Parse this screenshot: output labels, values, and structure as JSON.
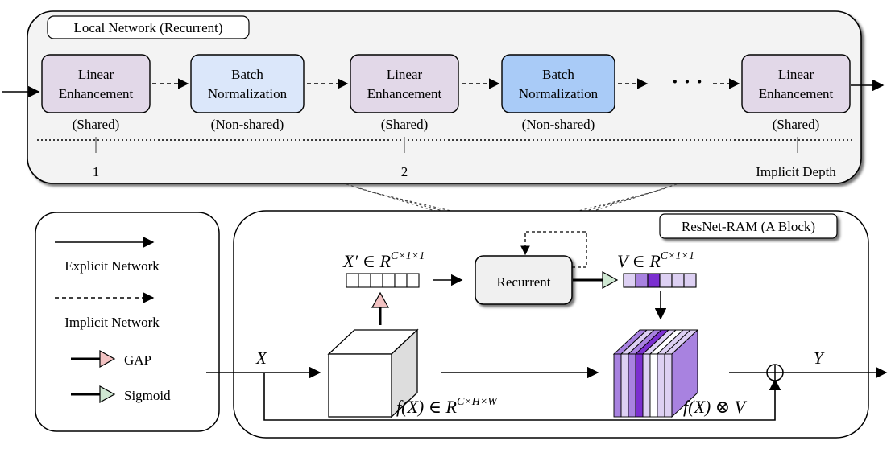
{
  "colors": {
    "linear": "#e2d8e8",
    "batch_light": "#dbe7fa",
    "batch_strong": "#a9cbf7",
    "panel_bg": "#f3f3f3",
    "gap": "#f2c2c2",
    "sigmoid": "#cfe8d2",
    "purple_dark": "#7b2fd0",
    "purple_mid": "#a882e0",
    "purple_light": "#ddd0f3"
  },
  "local_network": {
    "title": "Local Network (Recurrent)",
    "blocks": [
      {
        "line1": "Linear",
        "line2": "Enhancement",
        "sub": "(Shared)",
        "kind": "linear"
      },
      {
        "line1": "Batch",
        "line2": "Normalization",
        "sub": "(Non-shared)",
        "kind": "batch_light"
      },
      {
        "line1": "Linear",
        "line2": "Enhancement",
        "sub": "(Shared)",
        "kind": "linear"
      },
      {
        "line1": "Batch",
        "line2": "Normalization",
        "sub": "(Non-shared)",
        "kind": "batch_strong"
      },
      {
        "line1": "Linear",
        "line2": "Enhancement",
        "sub": "(Shared)",
        "kind": "linear"
      }
    ],
    "ellipsis": "· · ·",
    "depth_labels": [
      "1",
      "2",
      "Implicit Depth"
    ]
  },
  "legend": {
    "explicit": "Explicit Network",
    "implicit": "Implicit Network",
    "gap": "GAP",
    "sigmoid": "Sigmoid"
  },
  "block": {
    "title": "ResNet-RAM (A Block)",
    "recurrent": "Recurrent",
    "x_prime": "X′ ∈ R",
    "x_prime_sup": "C×1×1",
    "v": "V ∈ R",
    "v_sup": "C×1×1",
    "x": "X",
    "y": "Y",
    "fx": "f(X) ∈ R",
    "fx_sup": "C×H×W",
    "fxv": "f(X) ⊗ V"
  }
}
